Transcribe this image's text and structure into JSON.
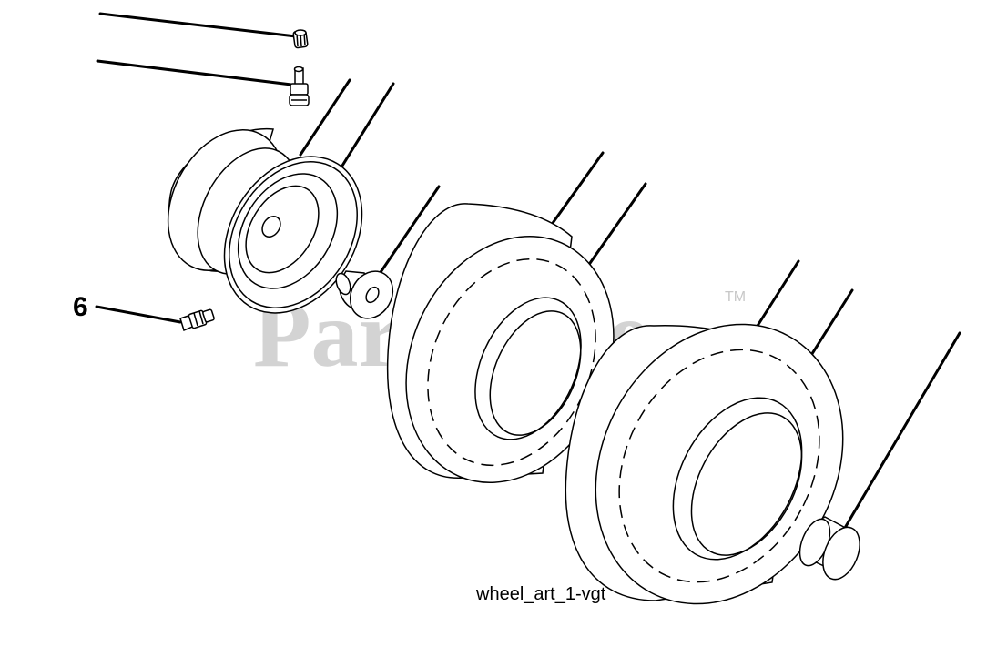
{
  "diagram": {
    "callout_number": "6",
    "caption": "wheel_art_1-vgt"
  },
  "watermark": {
    "brand": "PartsTree",
    "trademark": "TM"
  }
}
